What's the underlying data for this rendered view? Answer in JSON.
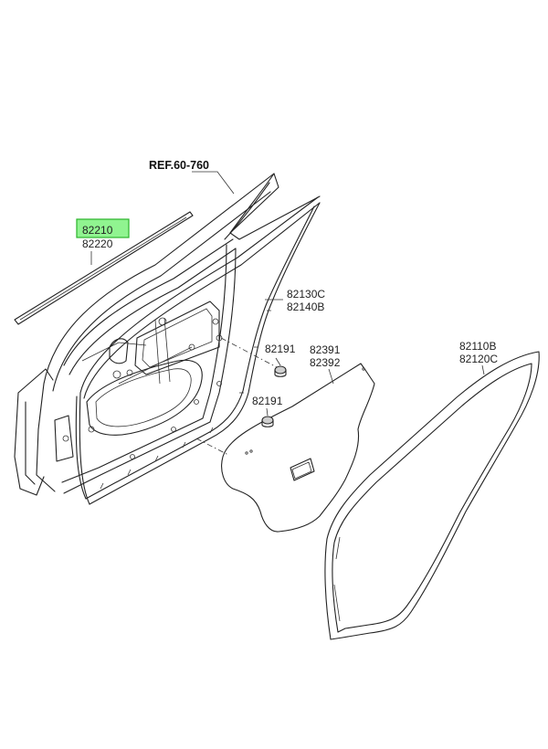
{
  "reference": "REF.60-760",
  "callouts": [
    {
      "id": "beltline-weatherstrip",
      "codes": [
        "82210",
        "82220"
      ],
      "highlighted": true
    },
    {
      "id": "door-side-weatherstrip",
      "codes": [
        "82130C",
        "82140B"
      ],
      "highlighted": false
    },
    {
      "id": "plug-upper",
      "codes": [
        "82191"
      ],
      "highlighted": false
    },
    {
      "id": "plug-lower",
      "codes": [
        "82191"
      ],
      "highlighted": false
    },
    {
      "id": "sealing-cover",
      "codes": [
        "82391",
        "82392"
      ],
      "highlighted": false
    },
    {
      "id": "body-side-weatherstrip",
      "codes": [
        "82110B",
        "82120C"
      ],
      "highlighted": false
    }
  ],
  "colors": {
    "highlight": "#7cf27c",
    "line": "#222222"
  }
}
